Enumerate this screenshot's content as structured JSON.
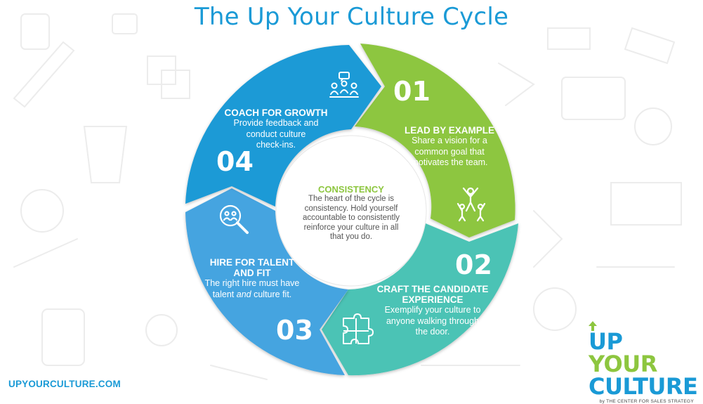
{
  "title": "The Up Your Culture Cycle",
  "center": {
    "heading": "CONSISTENCY",
    "text_lines": [
      "The heart of the cycle is",
      "consistency. Hold yourself",
      "accountable to consistently",
      "reinforce your culture in all",
      "that you do."
    ]
  },
  "steps": [
    {
      "number": "01",
      "heading_lines": [
        "LEAD BY EXAMPLE"
      ],
      "body_lines": [
        "Share a vision for a",
        "common goal that",
        "motivates the team."
      ],
      "color": "#8dc63f",
      "icon": "celebrating-team-icon"
    },
    {
      "number": "02",
      "heading_lines": [
        "CRAFT THE CANDIDATE",
        "EXPERIENCE"
      ],
      "body_lines": [
        "Exemplify your culture to",
        "anyone walking through",
        "the door."
      ],
      "color": "#4bc3b5",
      "icon": "puzzle-icon"
    },
    {
      "number": "03",
      "heading_lines": [
        "HIRE FOR TALENT",
        "AND FIT"
      ],
      "body_line_1": "The right hire must have",
      "body_line_2_pre": "talent ",
      "body_line_2_em": "and",
      "body_line_2_post": " culture fit.",
      "color": "#45a4e0",
      "icon": "magnifier-people-icon"
    },
    {
      "number": "04",
      "heading_lines": [
        "COACH FOR GROWTH"
      ],
      "body_lines": [
        "Provide feedback and",
        "conduct culture",
        "check-ins."
      ],
      "color": "#1a9ad6",
      "icon": "meeting-icon"
    }
  ],
  "footer": {
    "url": "UPYOURCULTURE.COM"
  },
  "logo": {
    "up": "UP",
    "your": "YOUR",
    "culture": "CULTURE",
    "byline": "by THE CENTER FOR SALES STRATEGY"
  }
}
